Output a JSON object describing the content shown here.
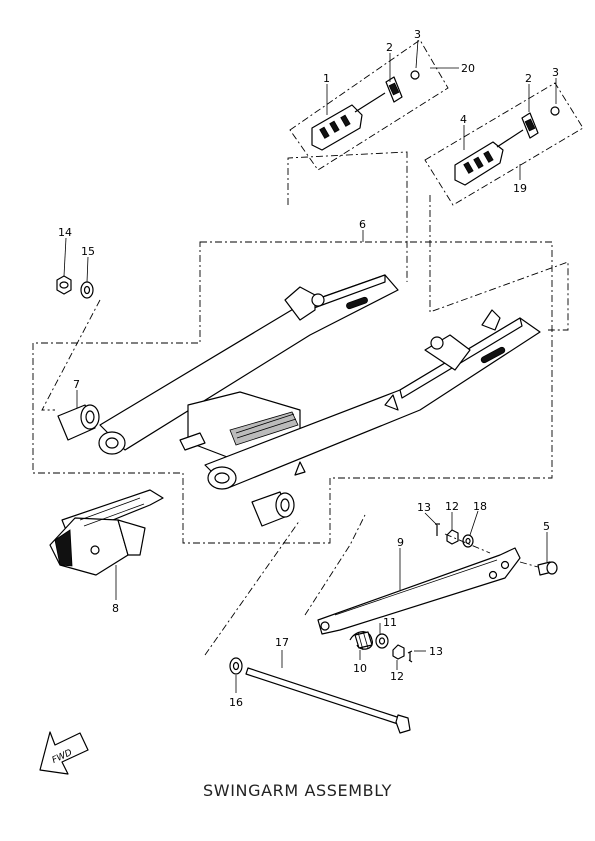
{
  "title": "SWINGARM ASSEMBLY",
  "fwd_label": "FWD",
  "callouts": {
    "c1": "1",
    "c2a": "2",
    "c3a": "3",
    "c20": "20",
    "c2b": "2",
    "c3b": "3",
    "c4": "4",
    "c19": "19",
    "c6": "6",
    "c14": "14",
    "c15": "15",
    "c7": "7",
    "c8": "8",
    "c13a": "13",
    "c12a": "12",
    "c18": "18",
    "c5": "5",
    "c9": "9",
    "c11": "11",
    "c10": "10",
    "c12b": "12",
    "c13b": "13",
    "c17": "17",
    "c16": "16"
  }
}
